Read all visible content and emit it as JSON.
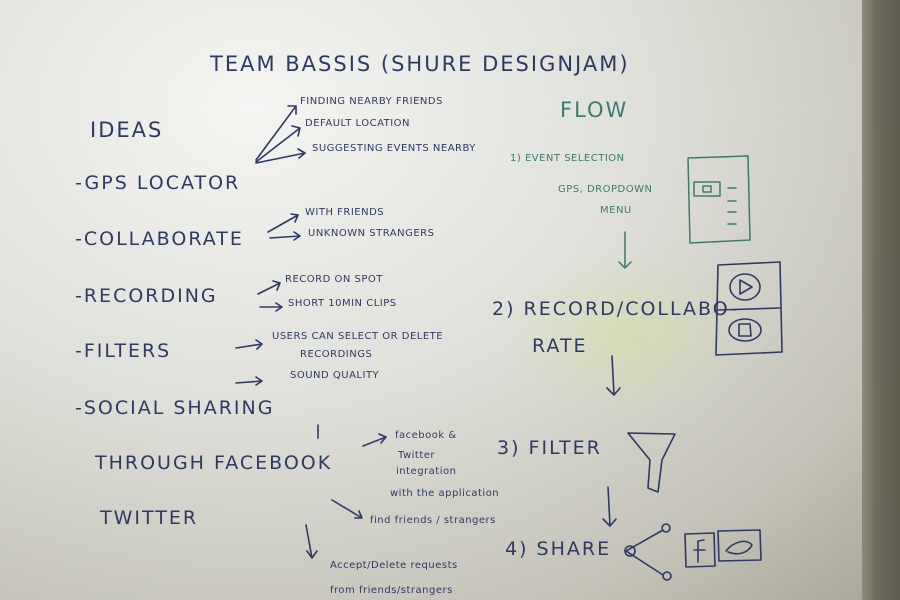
{
  "title": "TEAM BASSIS (SHURE DESIGNJAM)",
  "ideas": {
    "heading": "IDEAS",
    "gps": {
      "label": "-GPS LOCATOR",
      "notes": [
        "FINDING NEARBY FRIENDS",
        "DEFAULT LOCATION",
        "SUGGESTING EVENTS NEARBY"
      ]
    },
    "collaborate": {
      "label": "-COLLABORATE",
      "notes": [
        "WITH FRIENDS",
        "UNKNOWN STRANGERS"
      ]
    },
    "recording": {
      "label": "-RECORDING",
      "notes": [
        "RECORD ON SPOT",
        "SHORT 10MIN CLIPS"
      ]
    },
    "filters": {
      "label": "-FILTERS",
      "notes": [
        "USERS CAN SELECT OR DELETE",
        "RECORDINGS",
        "SOUND QUALITY"
      ]
    },
    "social": {
      "line1": "-SOCIAL SHARING",
      "line2": "THROUGH FACEBOOK",
      "line3": "TWITTER",
      "notes": [
        "facebook &",
        "Twitter",
        "integration",
        "with the application",
        "find friends / strangers",
        "Accept/Delete requests",
        "from friends/strangers"
      ]
    }
  },
  "flow": {
    "heading": "FLOW",
    "step1": [
      "1) EVENT SELECTION",
      "GPS, DROPDOWN",
      "MENU"
    ],
    "step2": [
      "2) RECORD/COLLABO-",
      "RATE"
    ],
    "step3": "3) FILTER",
    "step4": "4) SHARE",
    "icons": [
      "play-icon",
      "record-icon",
      "funnel-icon",
      "facebook-icon",
      "twitter-icon"
    ]
  },
  "colors": {
    "ink_blue": "#2e3a66",
    "ink_green": "#3c7a6e",
    "board": "#e4e4de"
  }
}
